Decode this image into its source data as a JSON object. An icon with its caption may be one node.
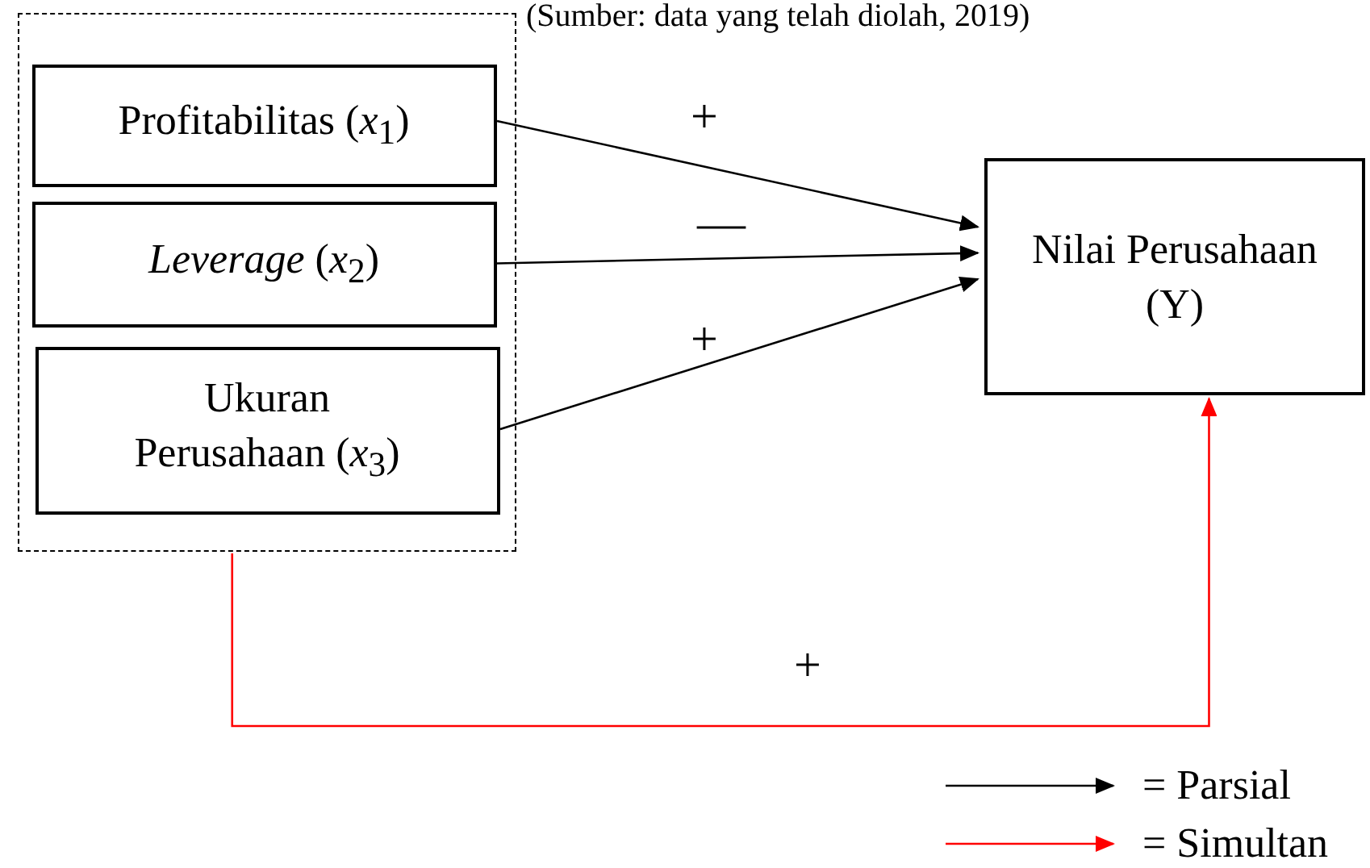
{
  "diagram": {
    "caption": "(Sumber: data yang telah diolah, 2019)",
    "nodes": [
      {
        "text": [],
        "shape": "box"
      },
      {
        "text": [
          "Profitabilitas (*x*$_{1}$)"
        ],
        "in": 0
      },
      {
        "text": [
          "*Leverage* (*x*$_{2}$)"
        ],
        "in": 0
      },
      {
        "text": [
          "Ukuran Perusahaan (*x*$_{3}$)"
        ],
        "in": 0
      },
      {
        "text": [
          "Nilai Perusahaan (Y)"
        ]
      }
    ],
    "edges": [
      {
        "from": 1,
        "to": 4,
        "arrow": "to",
        "label": "+"
      },
      {
        "from": 2,
        "to": 4,
        "arrow": "to",
        "label": "—"
      },
      {
        "from": 3,
        "to": 4,
        "arrow": "to",
        "label": "+"
      },
      {
        "from": 0,
        "to": 4,
        "arrow": "to",
        "label": "+",
        "color": "#ff0000"
      }
    ],
    "legend": [
      {
        "text": "= Parsial"
      },
      {
        "text": "= Simultan"
      }
    ]
  }
}
